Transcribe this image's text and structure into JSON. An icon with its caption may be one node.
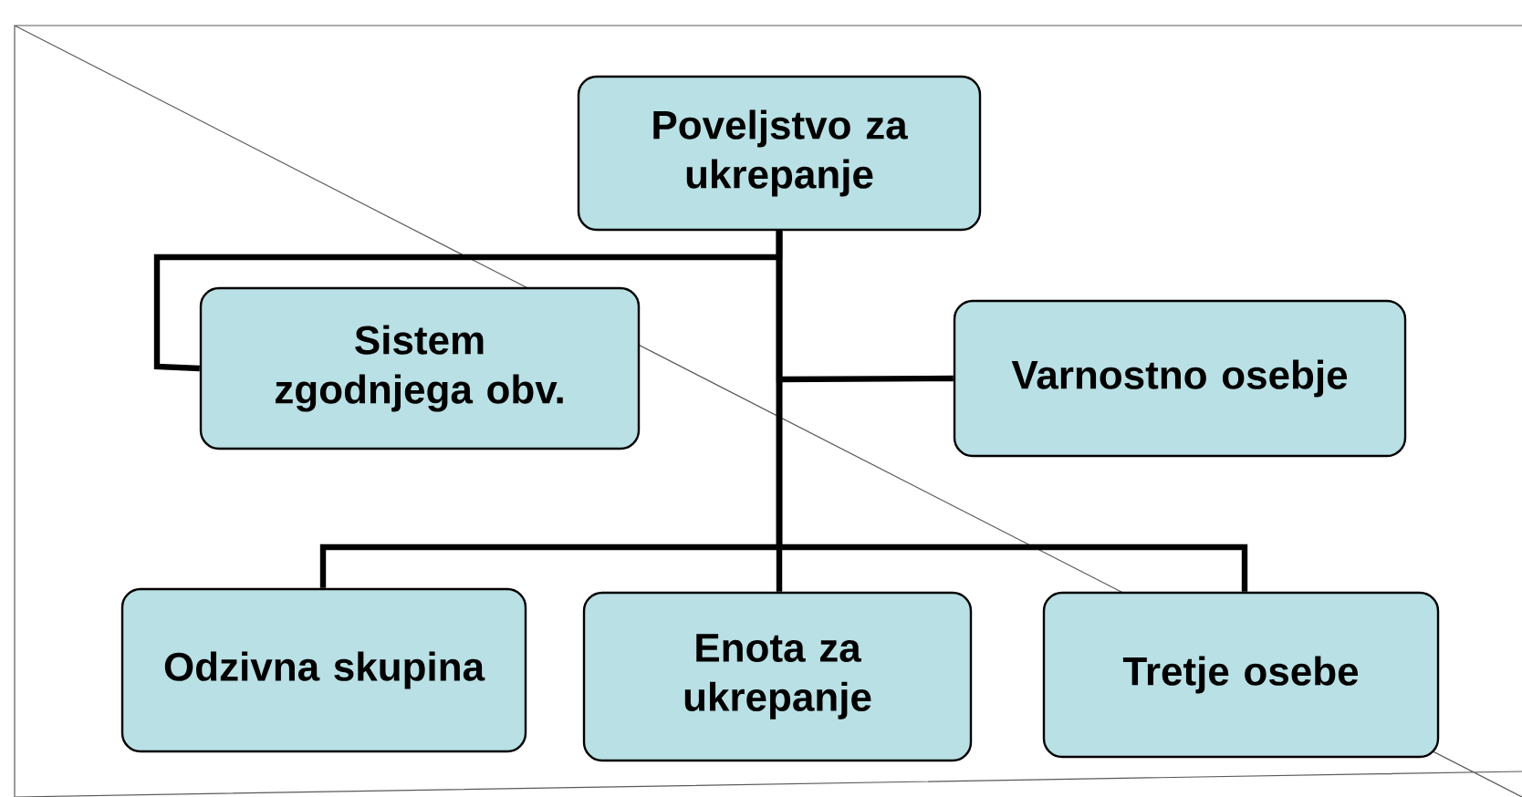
{
  "diagram": {
    "nodes": [
      {
        "text": [
          "Poveljstvo za ukrepanje"
        ]
      },
      {
        "text": [
          "Sistem zgodnjega obv."
        ]
      },
      {
        "text": [
          "Varnostno osebje"
        ]
      },
      {
        "text": [
          "Odzivna skupina"
        ]
      },
      {
        "text": [
          "Enota za ukrepanje"
        ]
      },
      {
        "text": [
          "Tretje osebe"
        ]
      }
    ],
    "edges": [
      {
        "from": 0,
        "to": 1,
        "arrow": "none"
      },
      {
        "from": 0,
        "to": 2,
        "arrow": "none"
      },
      {
        "from": 0,
        "to": 3,
        "arrow": "none"
      },
      {
        "from": 0,
        "to": 4,
        "arrow": "none"
      },
      {
        "from": 0,
        "to": 5,
        "arrow": "none"
      }
    ]
  }
}
